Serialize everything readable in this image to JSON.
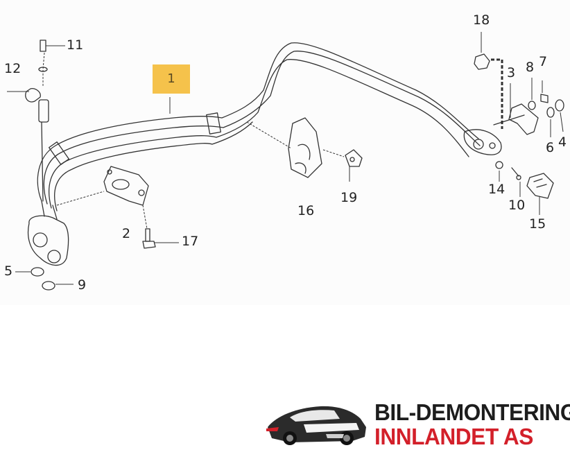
{
  "diagram": {
    "highlight_label": "1",
    "callouts": {
      "c11": "11",
      "c12": "12",
      "c2": "2",
      "c17": "17",
      "c5": "5",
      "c9": "9",
      "c16": "16",
      "c19": "19",
      "c18": "18",
      "c3": "3",
      "c8": "8",
      "c7": "7",
      "c6": "6",
      "c4": "4",
      "c14": "14",
      "c10": "10",
      "c15": "15"
    }
  },
  "branding": {
    "line1": "BIL-DEMONTERING",
    "line2": "INNLANDET AS",
    "colors": {
      "line1": "#1d1d1d",
      "line2": "#d3202a",
      "highlight": "#f5c24b"
    },
    "logo_icon": "sports-car-icon"
  }
}
